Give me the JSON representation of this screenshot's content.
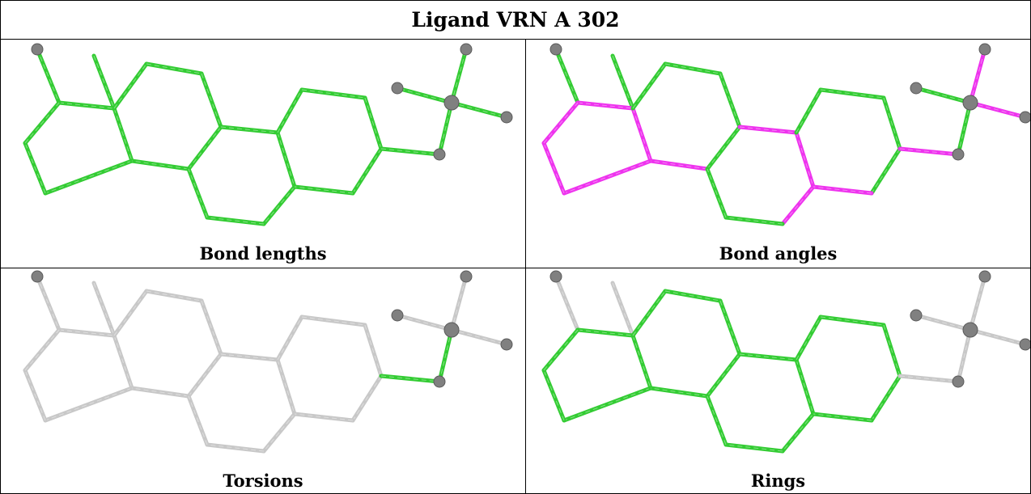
{
  "title": "Ligand VRN A 302",
  "colors": {
    "ok": "#33cc33",
    "outlier": "#ee33ee",
    "neutral": "#c8c8c8",
    "atom": "#808080"
  },
  "panels": [
    {
      "label": "Bond lengths",
      "highlight": "all-bonds"
    },
    {
      "label": "Bond angles",
      "highlight": "angle-outliers"
    },
    {
      "label": "Torsions",
      "highlight": "torsion-outliers"
    },
    {
      "label": "Rings",
      "highlight": "ring-systems"
    }
  ]
}
